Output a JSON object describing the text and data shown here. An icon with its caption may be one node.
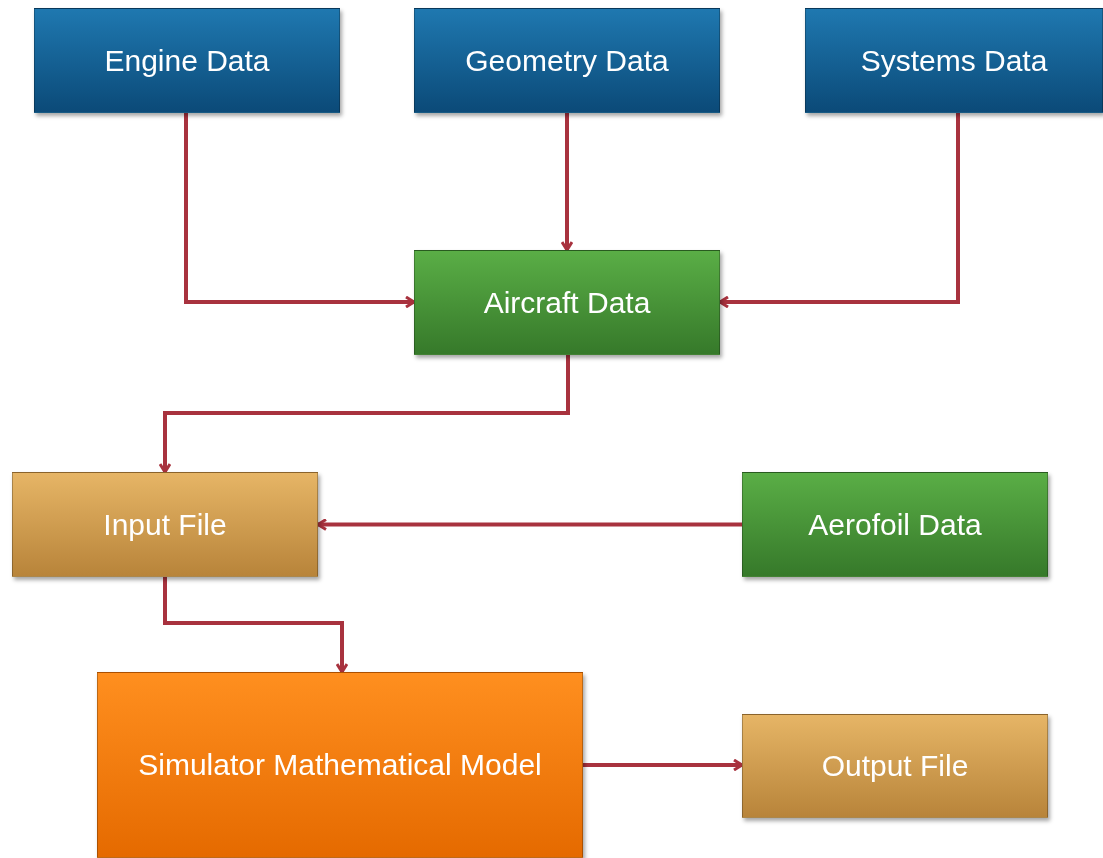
{
  "diagram": {
    "nodes": [
      {
        "text": [
          "Engine Data"
        ]
      },
      {
        "text": [
          "Geometry Data"
        ]
      },
      {
        "text": [
          "Systems Data"
        ]
      },
      {
        "text": [
          "Aircraft Data"
        ]
      },
      {
        "text": [
          "Input File"
        ]
      },
      {
        "text": [
          "Aerofoil Data"
        ]
      },
      {
        "text": [
          "Simulator Mathematical Model"
        ]
      },
      {
        "text": [
          "Output File"
        ]
      }
    ],
    "edges": [
      {
        "from": 0,
        "to": 3,
        "arrow": "to"
      },
      {
        "from": 1,
        "to": 3,
        "arrow": "to"
      },
      {
        "from": 2,
        "to": 3,
        "arrow": "to"
      },
      {
        "from": 3,
        "to": 4,
        "arrow": "to"
      },
      {
        "from": 5,
        "to": 4,
        "arrow": "to"
      },
      {
        "from": 4,
        "to": 6,
        "arrow": "to"
      },
      {
        "from": 6,
        "to": 7,
        "arrow": "to"
      }
    ]
  }
}
